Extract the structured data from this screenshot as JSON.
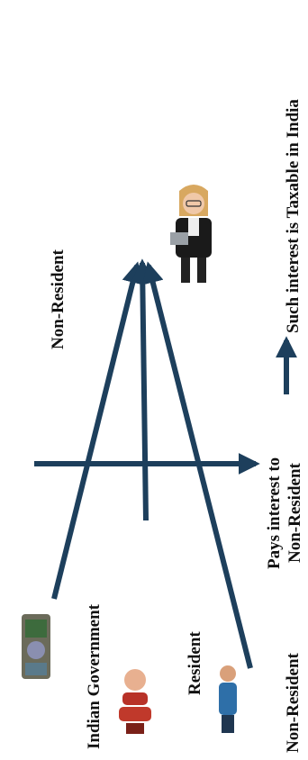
{
  "labels": {
    "indian_government": "Indian Government",
    "resident": "Resident",
    "non_resident_payer": "Non-Resident",
    "non_resident_recipient": "Non-Resident",
    "pays_interest_line1": "Pays interest to",
    "pays_interest_line2": "Non-Resident",
    "taxable_statement": "Such interest is Taxable in India"
  },
  "colors": {
    "arrow": "#1d3f5c",
    "text": "#111111",
    "background": "#ffffff"
  },
  "icons": {
    "indian_government": "emblem-icon",
    "resident": "resident-person-icon",
    "non_resident_payer": "non-resident-person-icon",
    "non_resident_recipient": "woman-with-laptop-icon"
  }
}
